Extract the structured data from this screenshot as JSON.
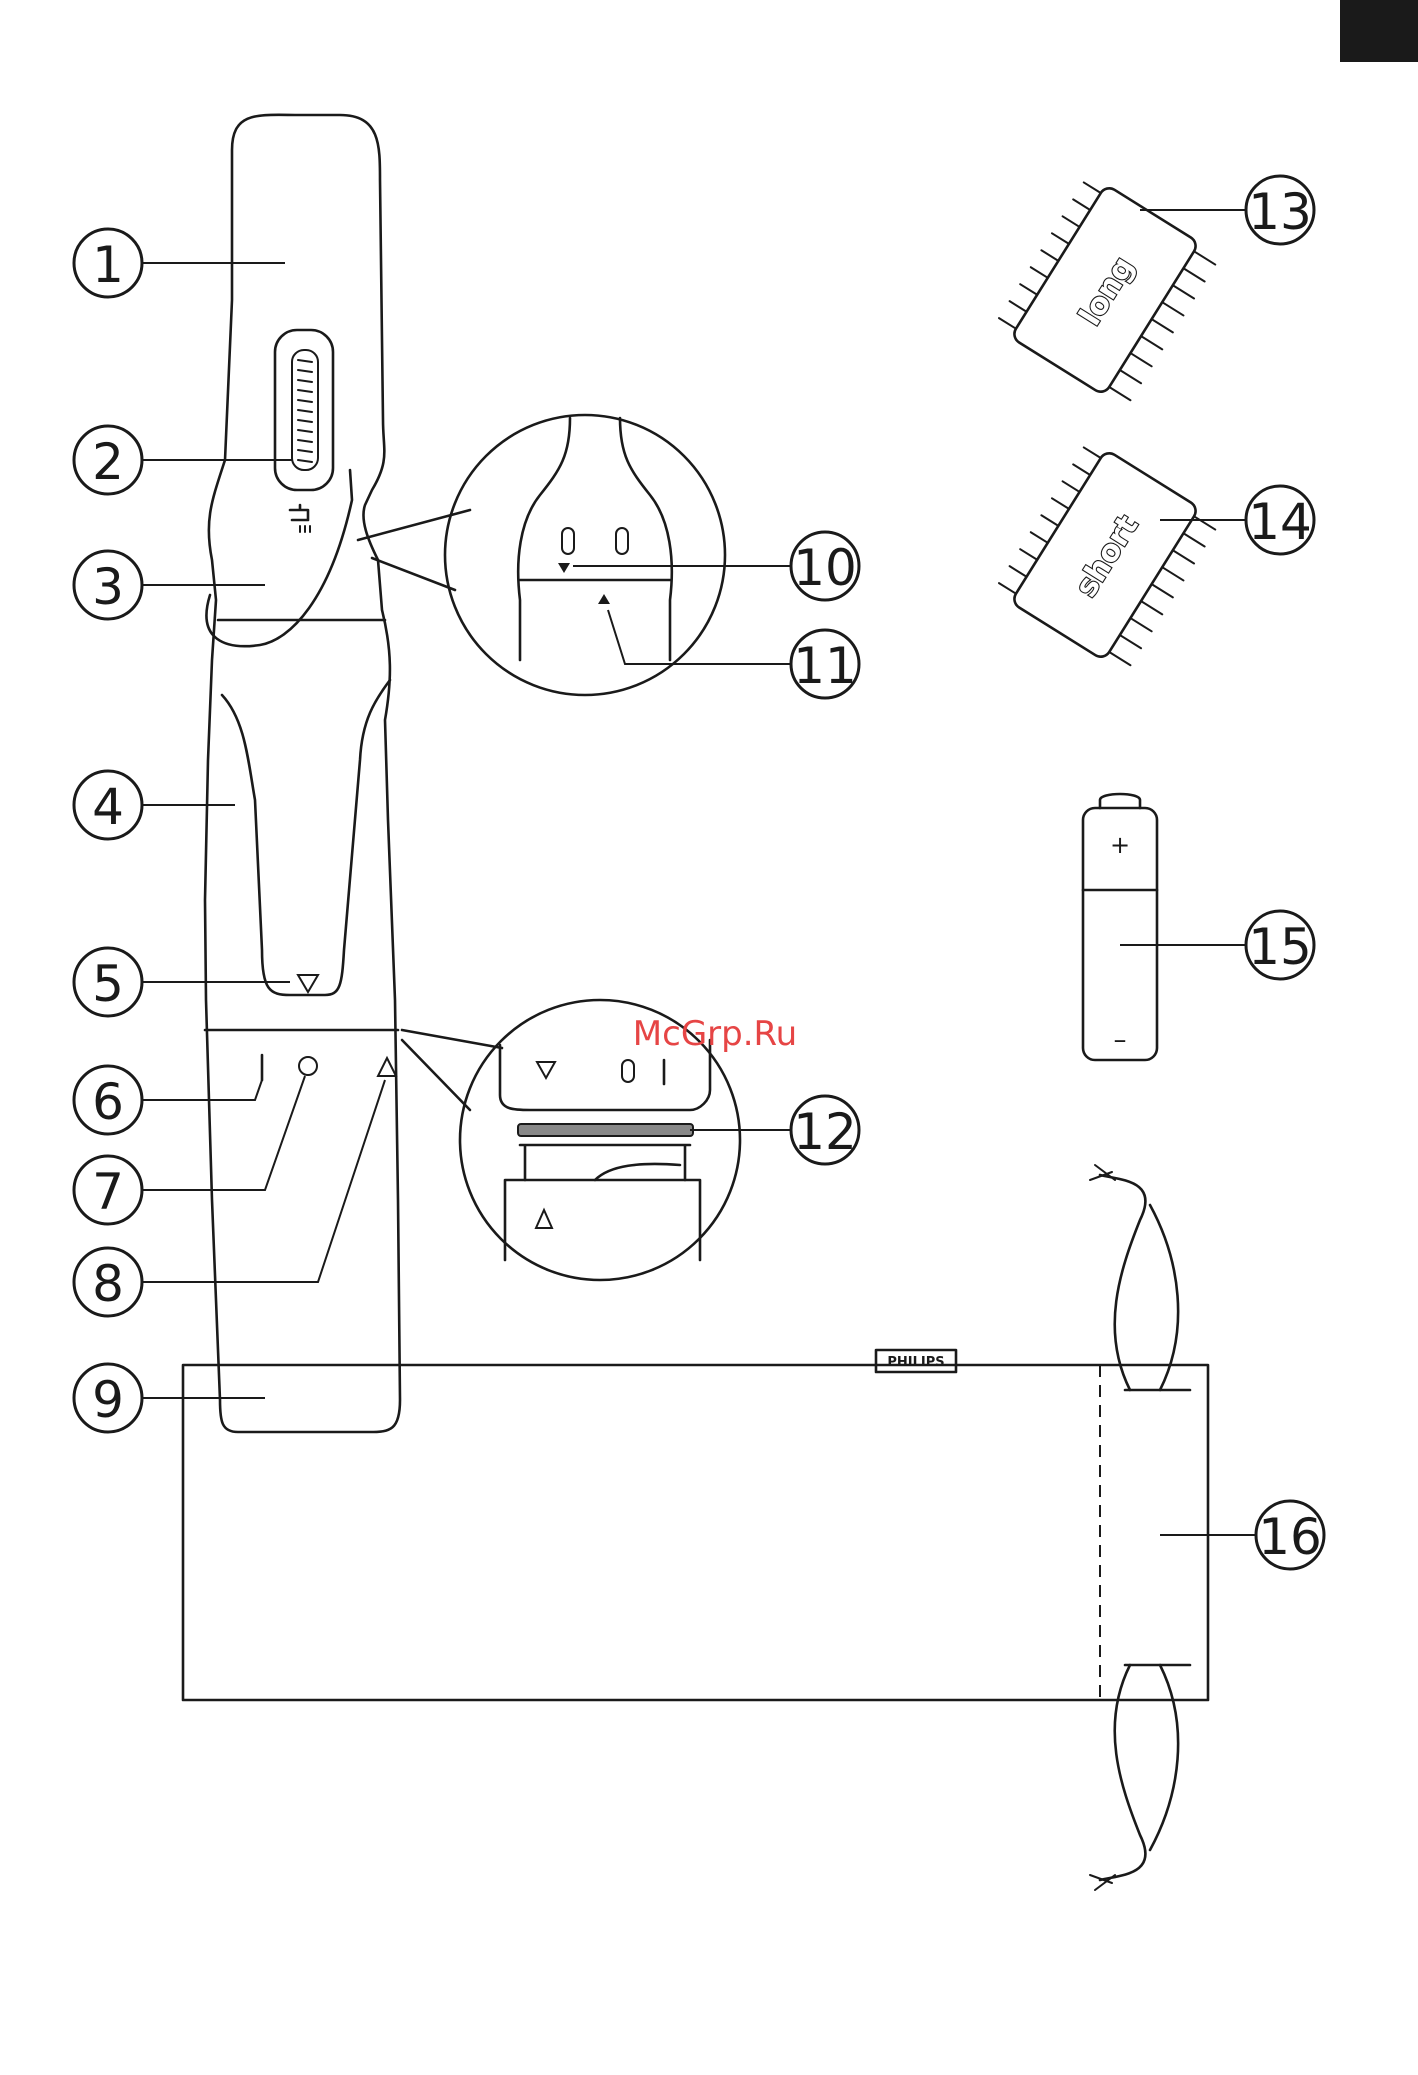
{
  "callouts": [
    "1",
    "2",
    "3",
    "4",
    "5",
    "6",
    "7",
    "8",
    "9",
    "10",
    "11",
    "12",
    "13",
    "14",
    "15",
    "16"
  ],
  "combs": {
    "long_label": "long",
    "short_label": "short"
  },
  "pouch": {
    "brand": "PHILIPS"
  },
  "battery": {
    "plus": "+",
    "minus": "–"
  },
  "watermark": "McGrp.Ru",
  "colors": {
    "ink": "#1a1a1a",
    "watermark": "#e64545",
    "corner_tab": "#1a1a1a"
  }
}
